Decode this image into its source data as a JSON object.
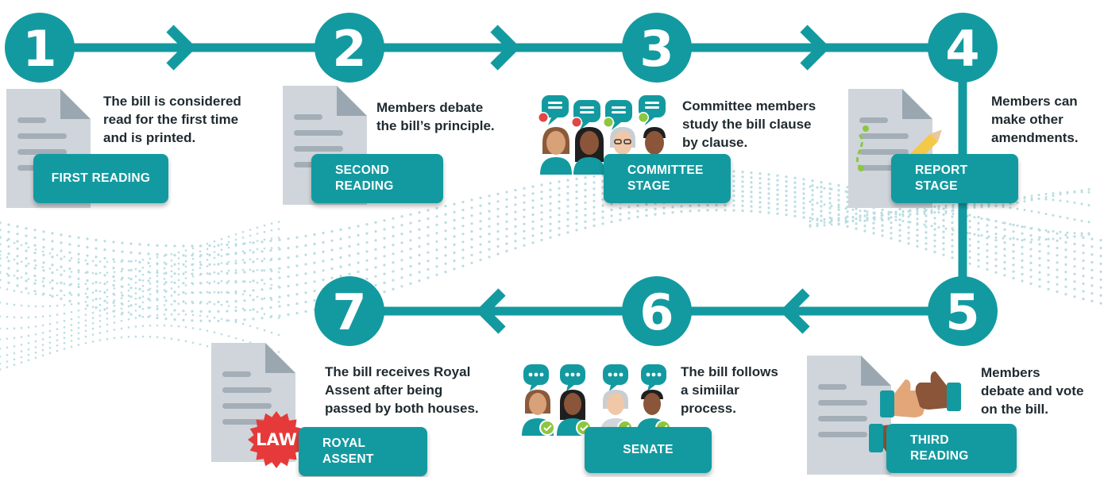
{
  "colors": {
    "teal": "#139aa0",
    "teal_dark": "#0e7f84",
    "text": "#1f2a30",
    "document": "#cfd5db",
    "document_lines": "#9aa5ae",
    "approve_green": "#8dc63f",
    "reject_red": "#e04848",
    "seal_red": "#e63a3a",
    "pencil_yellow": "#f4c94a",
    "dots": "#b9dde1"
  },
  "stages": [
    {
      "number": "1",
      "label": "FIRST READING",
      "description": "The bill is considered\nread for the first time\nand is printed.",
      "icon": "document-icon"
    },
    {
      "number": "2",
      "label": "SECOND\nREADING",
      "description": "Members debate\nthe bill’s principle.",
      "icon": "document-icon"
    },
    {
      "number": "3",
      "label": "COMMITTEE\nSTAGE",
      "description": "Committee members\nstudy the bill clause\nby clause.",
      "icon": "committee-members-icon"
    },
    {
      "number": "4",
      "label": "REPORT\nSTAGE",
      "description": "Members can\nmake other\namendments.",
      "icon": "amended-document-icon"
    },
    {
      "number": "5",
      "label": "THIRD\nREADING",
      "description": "Members\ndebate and vote\non the bill.",
      "icon": "thumbs-vote-icon"
    },
    {
      "number": "6",
      "label": "SENATE",
      "description": "The bill follows\na simiilar\nprocess.",
      "icon": "senators-icon"
    },
    {
      "number": "7",
      "label": "ROYAL\nASSENT",
      "description": "The bill receives Royal\nAssent after being\npassed by both houses.",
      "icon": "law-seal-icon",
      "seal_text": "LAW"
    }
  ]
}
